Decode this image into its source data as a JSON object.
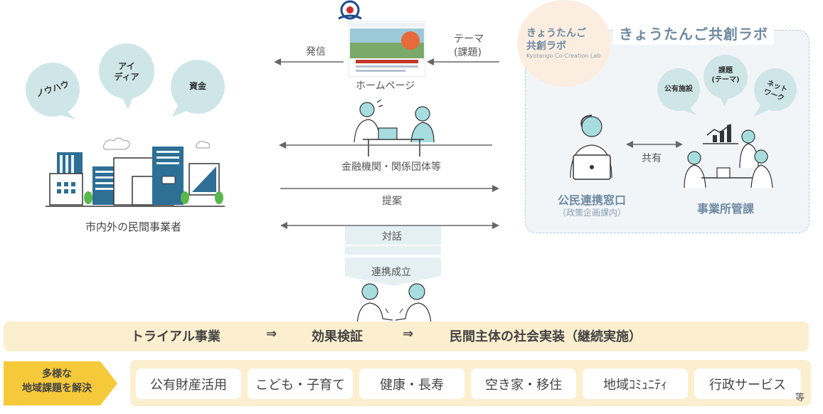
{
  "lab": {
    "title": "きょうたんご共創ラボ",
    "logo_line1": "きょうたんご",
    "logo_line2": "共創ラボ",
    "logo_en": "Kyotango Co-Creation Lab",
    "bubbles": [
      "公有施設",
      "課題\n(テーマ)",
      "ネット\nワーク"
    ],
    "share_label": "共有",
    "window_label": "公民連携窓口",
    "window_sub": "（政策企画課内）",
    "office_label": "事業所管課"
  },
  "left": {
    "bubbles": [
      "ノウハウ",
      "アイ\nディア",
      "資金"
    ],
    "businesses_label": "市内外の民間事業者"
  },
  "center": {
    "send_label": "発信",
    "theme_label_1": "テーマ",
    "theme_label_2": "(課題)",
    "homepage_label": "ホームページ",
    "finance_label": "金融機関・関係団体等",
    "proposal_label": "提案",
    "dialogue_label": "対話",
    "partnership_label": "連携成立"
  },
  "trial": {
    "step1": "トライアル事業",
    "arrow": "⇒",
    "step2": "効果検証",
    "step3": "民間主体の社会実装（継続実施）"
  },
  "issues": {
    "solve_line1": "多様な",
    "solve_line2": "地域課題を解決",
    "items": [
      "公有財産活用",
      "こども・子育て",
      "健康・長寿",
      "空き家・移住",
      "地域ｺﾐｭﾆﾃｨ",
      "行政サービス"
    ],
    "etc": "等"
  },
  "colors": {
    "accent_blue": "#6d8aa3",
    "teal": "#cfe6e8",
    "cream": "#fbefcf",
    "arrow_gray": "#666666"
  }
}
